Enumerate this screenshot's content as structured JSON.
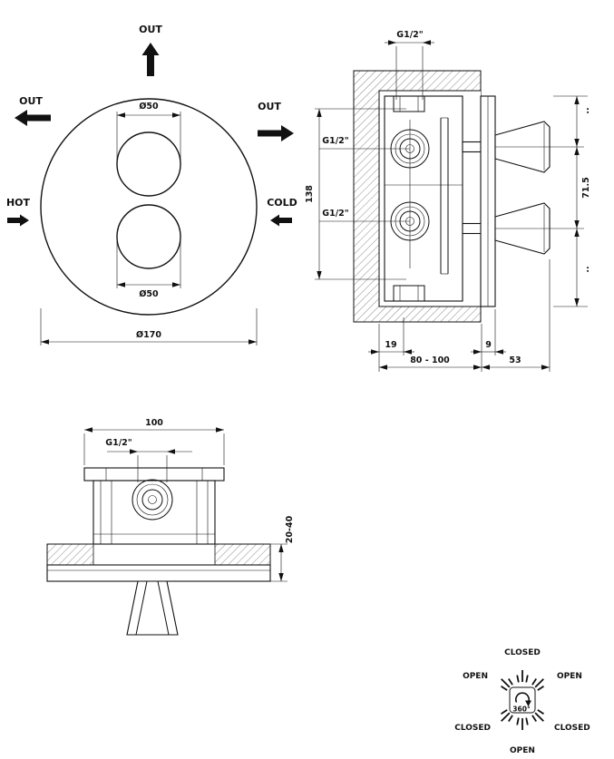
{
  "colors": {
    "line": "#111111",
    "background": "#ffffff"
  },
  "front_view": {
    "out_top": "OUT",
    "out_left": "OUT",
    "out_right": "OUT",
    "hot": "HOT",
    "cold": "COLD",
    "dia_knob_top": "Ø50",
    "dia_knob_bottom": "Ø50",
    "dia_plate": "Ø170"
  },
  "section_view": {
    "thread_top": "G1/2\"",
    "thread_inlet_top": "G1/2\"",
    "thread_inlet_bottom": "G1/2\"",
    "height": "138",
    "handle_spacing": "71.5",
    "ref_top": "..",
    "ref_bottom": "..",
    "recess_depth": "19",
    "plate_offset": "9",
    "rough_in_range": "80 - 100",
    "handle_projection": "53"
  },
  "top_view": {
    "width": "100",
    "thread": "G1/2\"",
    "wall_thickness_range": "20-40"
  },
  "dial": {
    "center": "360°",
    "top": "CLOSED",
    "upper_left": "OPEN",
    "upper_right": "OPEN",
    "lower_left": "CLOSED",
    "lower_right": "CLOSED",
    "bottom": "OPEN"
  }
}
